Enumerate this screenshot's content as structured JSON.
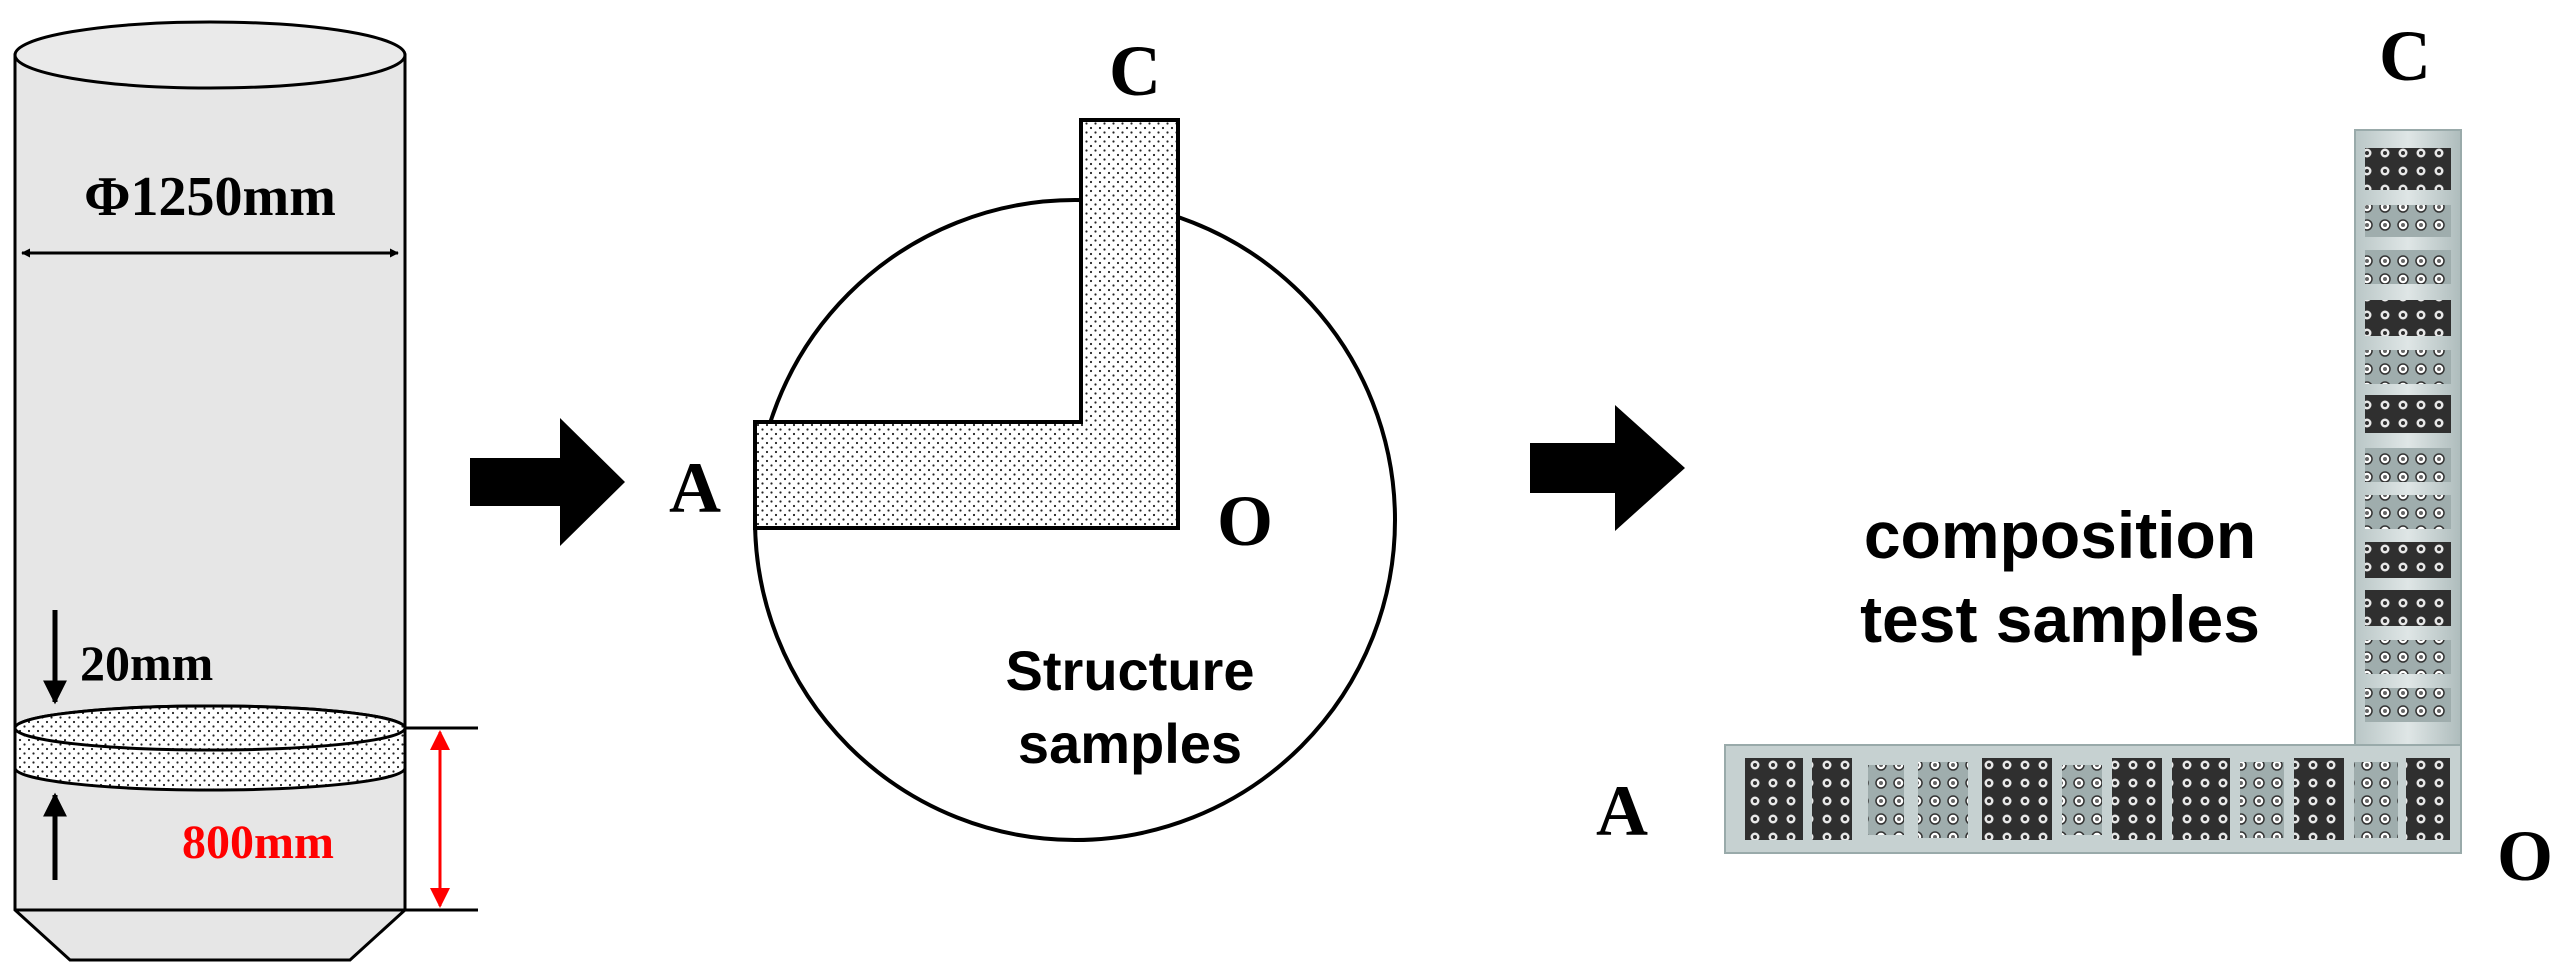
{
  "cylinder": {
    "diameter_label": "Φ1250mm",
    "thickness_label": "20mm",
    "height_label": "800mm"
  },
  "cross_section": {
    "label_a": "A",
    "label_c": "C",
    "label_o": "O",
    "caption_line1": "Structure",
    "caption_line2": "samples"
  },
  "samples_photo": {
    "label_a": "A",
    "label_c": "C",
    "label_o": "O",
    "caption_line1": "composition",
    "caption_line2": "test samples"
  },
  "colors": {
    "cylinder_fill": "#e6e6e6",
    "height_annotation": "#ff0000",
    "arrow": "#000000",
    "sample_dark": "#2c2c2c",
    "strip_light": "#c6d1d1"
  }
}
